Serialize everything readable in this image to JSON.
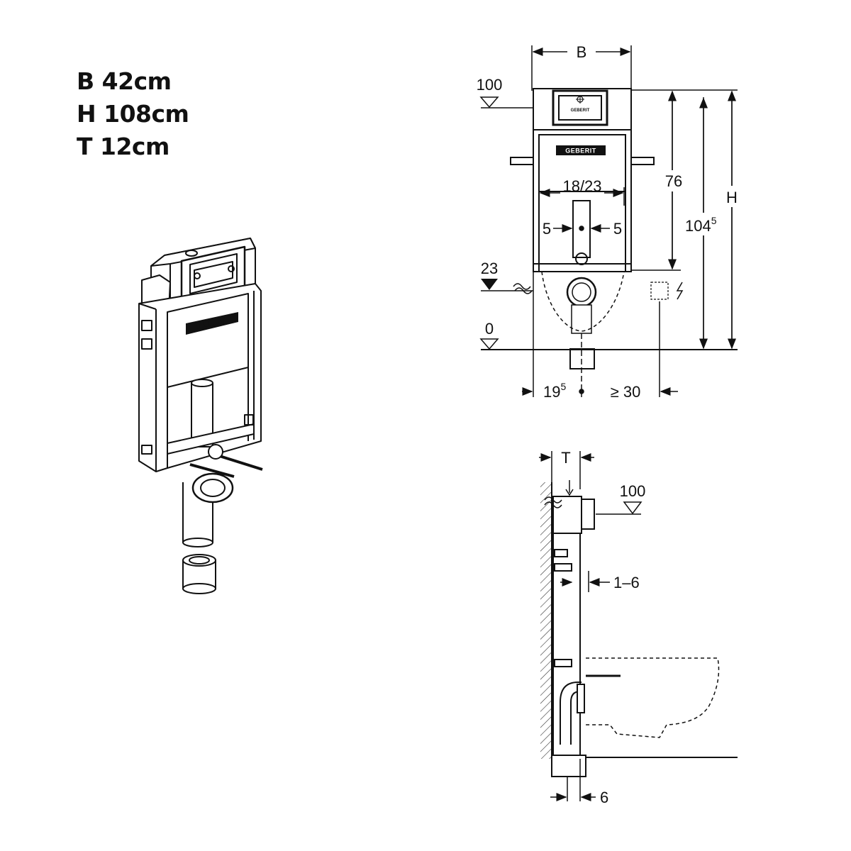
{
  "specs": {
    "width": "B 42cm",
    "height": "H 108cm",
    "depth": "T 12cm"
  },
  "brand": {
    "logo": "GEBERIT"
  },
  "front_view": {
    "width_label": "B",
    "height_label": "H",
    "level_100": "100",
    "level_23": "23",
    "level_0": "0",
    "dim_76": "76",
    "dim_104_base": "104",
    "dim_104_sup": "5",
    "dim_18_23": "18/23",
    "dim_5_left": "5",
    "dim_5_right": "5",
    "dim_19_base": "19",
    "dim_19_sup": "5",
    "dim_ge30": "≥ 30"
  },
  "side_view": {
    "depth_label": "T",
    "level_100": "100",
    "dim_1_6": "1–6",
    "dim_6": "6"
  }
}
